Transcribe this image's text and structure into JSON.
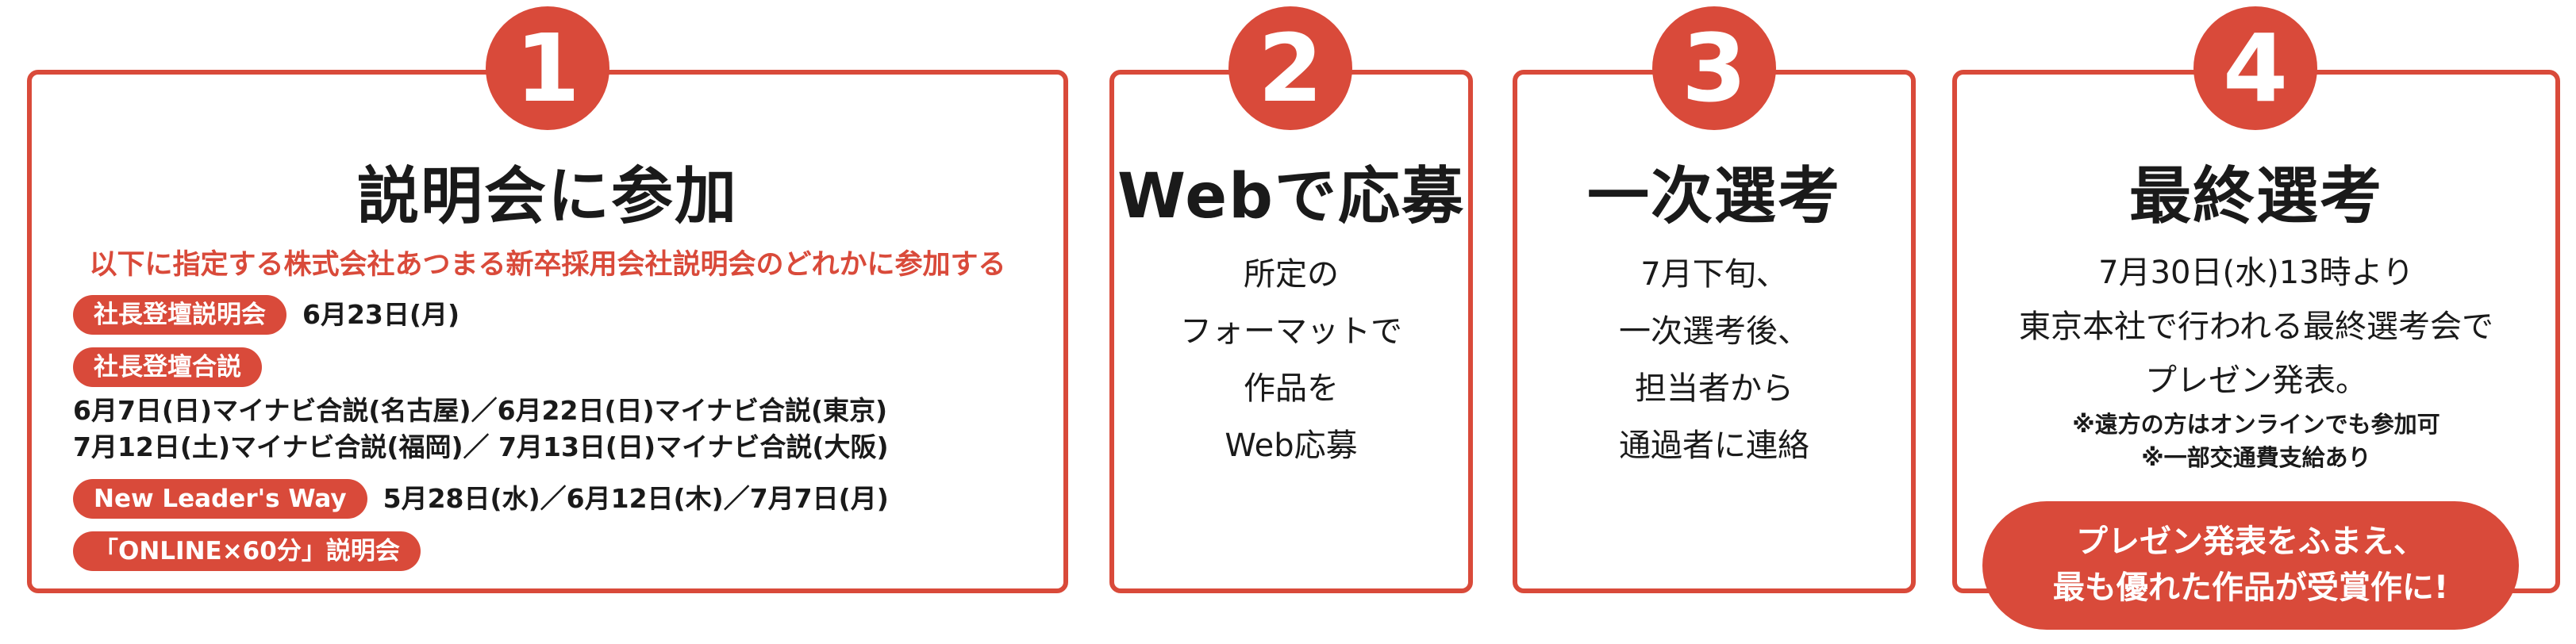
{
  "steps": [
    {
      "number": "1",
      "title": "説明会に参加",
      "subtitle": "以下に指定する株式会社あつまる新卒採用会社説明会のどれかに参加する",
      "tag1": "社長登壇説明会",
      "tag1_value": "6月23日(月)",
      "tag2": "社長登壇合説",
      "tag2_line1": "6月7日(日)マイナビ合説(名古屋)／6月22日(日)マイナビ合説(東京)",
      "tag2_line2": "7月12日(土)マイナビ合説(福岡)／ 7月13日(日)マイナビ合説(大阪)",
      "tag3": "New Leader's Way",
      "tag3_value": "5月28日(水)／6月12日(木)／7月7日(月)",
      "tag4": "「ONLINE×60分」説明会"
    },
    {
      "number": "2",
      "title": "Webで応募",
      "body": [
        "所定の",
        "フォーマットで",
        "作品を",
        "Web応募"
      ]
    },
    {
      "number": "3",
      "title": "一次選考",
      "body": [
        "7月下旬、",
        "一次選考後、",
        "担当者から",
        "通過者に連絡"
      ]
    },
    {
      "number": "4",
      "title": "最終選考",
      "body": [
        "7月30日(水)13時より",
        "東京本社で行われる最終選考会で",
        "プレゼン発表。"
      ],
      "notes": [
        "※遠方の方はオンラインでも参加可",
        "※一部交通費支給あり"
      ],
      "pill": [
        "プレゼン発表をふまえ、",
        "最も優れた作品が受賞作に!"
      ]
    }
  ],
  "colors": {
    "accent": "#d94a3a",
    "text": "#1a1a1a",
    "background": "#ffffff"
  },
  "icons": [
    "arrow-right-icon"
  ]
}
